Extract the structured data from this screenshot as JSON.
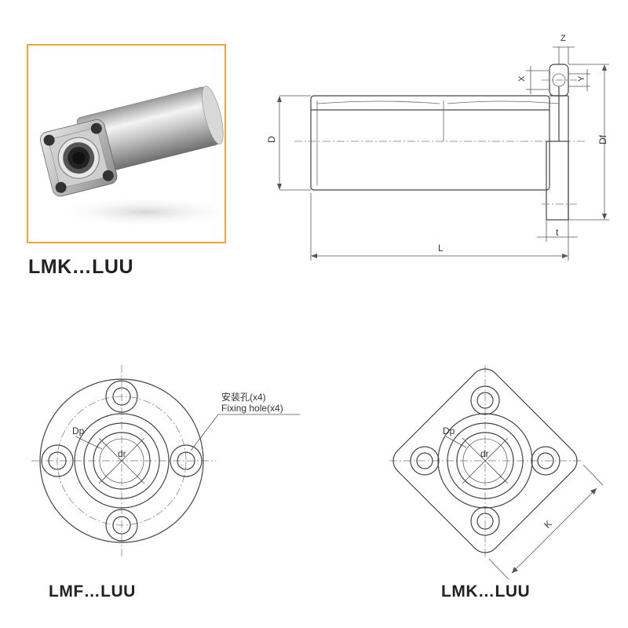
{
  "product_labels": {
    "top": "LMK…LUU",
    "bottom_left": "LMF…LUU",
    "bottom_right": "LMK…LUU"
  },
  "dimensions": {
    "z": "Z",
    "x": "X",
    "y": "Y",
    "d": "D",
    "df": "Df",
    "t": "t",
    "l": "L",
    "dp": "Dp",
    "dr": "dr",
    "k": "K"
  },
  "callout": {
    "cn": "安装孔(x4)",
    "en": "Fixing hole(x4)"
  },
  "colors": {
    "frame": "#f2a43a",
    "line": "#444444"
  }
}
